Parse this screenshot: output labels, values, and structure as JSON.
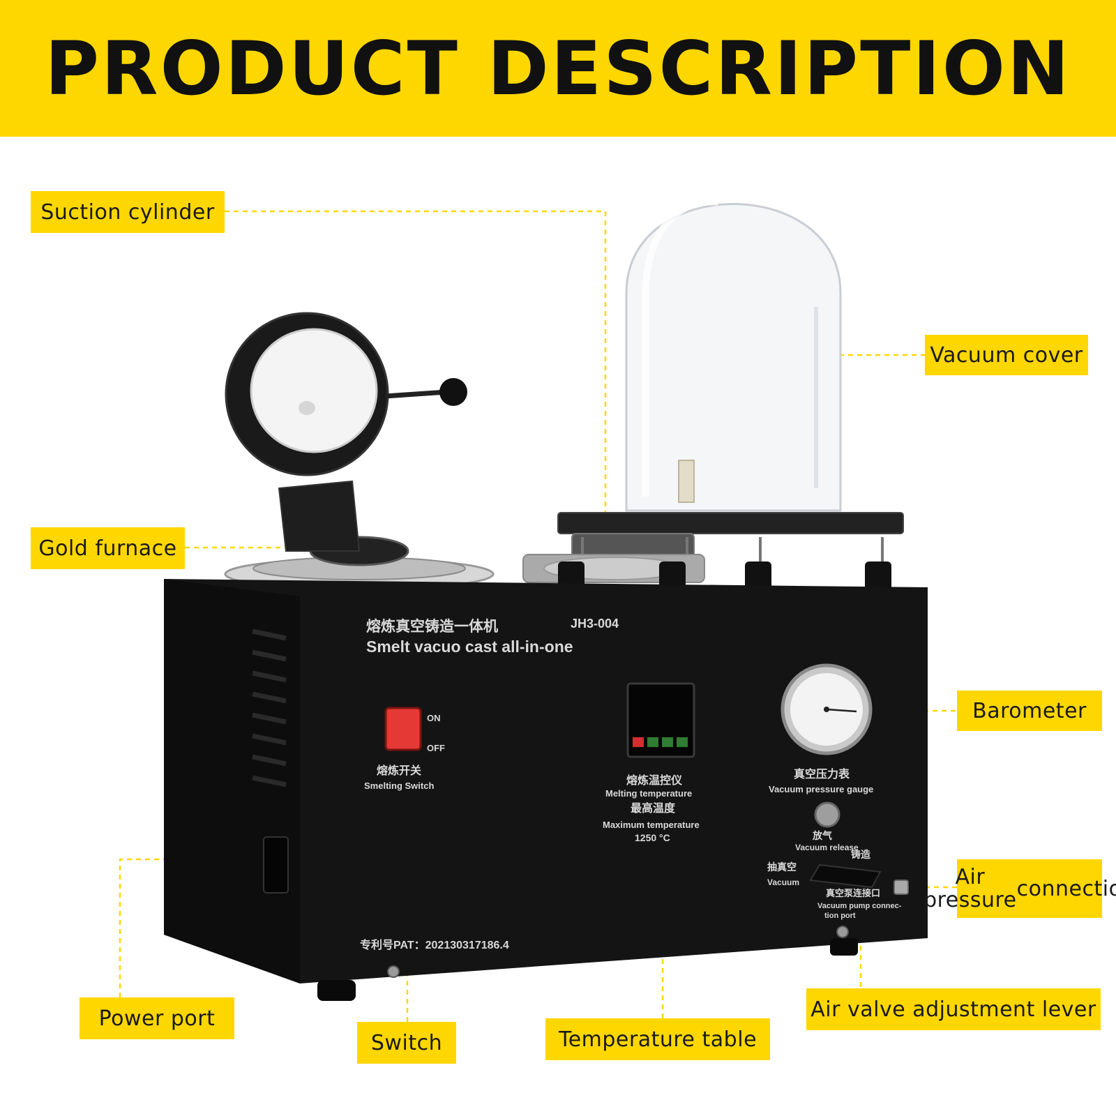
{
  "header": {
    "title": "PRODUCT DESCRIPTION"
  },
  "callouts": {
    "suction_cylinder": "Suction cylinder",
    "vacuum_cover": "Vacuum cover",
    "gold_furnace": "Gold furnace",
    "barometer": "Barometer",
    "air_pressure_connection_line1": "Air pressure",
    "air_pressure_connection_line2": "connection",
    "power_port": "Power port",
    "switch": "Switch",
    "temperature_table": "Temperature table",
    "air_valve_adjustment_lever": "Air valve adjustment lever"
  },
  "machine": {
    "title_cn": "熔炼真空铸造一体机",
    "title_en": "Smelt vacuo cast all-in-one",
    "model": "JH3-004",
    "switch_on": "ON",
    "switch_off": "OFF",
    "switch_label_cn": "熔炼开关",
    "switch_label_en": "Smelting Switch",
    "temp_label_cn": "熔炼温控仪",
    "temp_label_en": "Melting temperature",
    "max_temp_cn": "最高温度",
    "max_temp_en": "Maximum temperature",
    "max_temp_value": "1250 °C",
    "gauge_label_cn": "真空压力表",
    "gauge_label_en": "Vacuum pressure gauge",
    "release_label_cn": "放气",
    "release_label_en": "Vacuum release",
    "vacuum_cn": "抽真空",
    "vacuum_en": "Vacuum",
    "cast_cn": "铸造",
    "pump_cn": "真空泵连接口",
    "pump_en_1": "Vacuum pump connec-",
    "pump_en_2": "tion port",
    "patent": "专利号PAT：202130317186.4"
  },
  "colors": {
    "accent": "#FFD700",
    "body": "#151515",
    "switch": "#e53935"
  }
}
